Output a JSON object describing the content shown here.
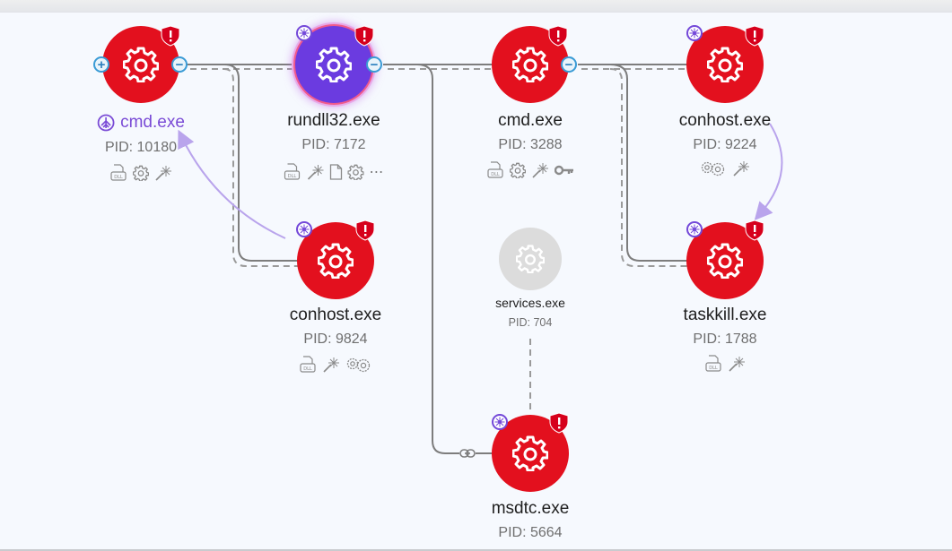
{
  "colors": {
    "background": "#f6f9fe",
    "node_alert": "#e3101e",
    "node_selected": "#6b3be0",
    "node_inactive": "#dcdcdc",
    "edge": "#7d7d7d",
    "arrow": "#b9a4ec",
    "toggle": "#3a9bd5",
    "malware_badge": "#7348d9"
  },
  "nodes": [
    {
      "id": "cmd-10180",
      "name": "cmd.exe",
      "pid_label": "PID: 10180",
      "state": "alert",
      "active_root": true,
      "badges": [
        "shield-alert"
      ],
      "toggles": [
        "expand",
        "collapse"
      ],
      "icons": [
        "dll-icon",
        "gear-icon",
        "wand-icon"
      ]
    },
    {
      "id": "rundll32-7172",
      "name": "rundll32.exe",
      "pid_label": "PID: 7172",
      "state": "selected",
      "badges": [
        "malware",
        "shield-alert"
      ],
      "toggles": [
        "collapse"
      ],
      "icons": [
        "dll-icon",
        "wand-icon",
        "file-icon",
        "gear-icon",
        "more-icon"
      ]
    },
    {
      "id": "cmd-3288",
      "name": "cmd.exe",
      "pid_label": "PID: 3288",
      "state": "alert",
      "badges": [
        "shield-alert"
      ],
      "toggles": [
        "collapse"
      ],
      "icons": [
        "dll-icon",
        "gear-icon",
        "wand-icon",
        "key-icon"
      ]
    },
    {
      "id": "conhost-9224",
      "name": "conhost.exe",
      "pid_label": "PID: 9224",
      "state": "alert",
      "badges": [
        "malware",
        "shield-alert"
      ],
      "toggles": [],
      "icons": [
        "gears-icon",
        "wand-icon"
      ]
    },
    {
      "id": "conhost-9824",
      "name": "conhost.exe",
      "pid_label": "PID: 9824",
      "state": "alert",
      "badges": [
        "malware",
        "shield-alert"
      ],
      "toggles": [],
      "icons": [
        "dll-icon",
        "wand-icon",
        "gears-icon"
      ]
    },
    {
      "id": "services-704",
      "name": "services.exe",
      "pid_label": "PID: 704",
      "state": "inactive",
      "badges": [],
      "toggles": [],
      "icons": []
    },
    {
      "id": "taskkill-1788",
      "name": "taskkill.exe",
      "pid_label": "PID: 1788",
      "state": "alert",
      "badges": [
        "malware",
        "shield-alert"
      ],
      "toggles": [],
      "icons": [
        "dll-icon",
        "wand-icon"
      ]
    },
    {
      "id": "msdtc-5664",
      "name": "msdtc.exe",
      "pid_label": "PID: 5664",
      "state": "alert",
      "badges": [
        "malware",
        "shield-alert"
      ],
      "toggles": [],
      "icons": []
    }
  ],
  "edges": [
    {
      "from": "cmd-10180",
      "to": "rundll32-7172",
      "type": "parent-child"
    },
    {
      "from": "cmd-10180",
      "to": "conhost-9824",
      "type": "parent-child"
    },
    {
      "from": "rundll32-7172",
      "to": "cmd-3288",
      "type": "parent-child"
    },
    {
      "from": "rundll32-7172",
      "to": "msdtc-5664",
      "type": "injection-link"
    },
    {
      "from": "cmd-3288",
      "to": "conhost-9224",
      "type": "parent-child"
    },
    {
      "from": "cmd-3288",
      "to": "taskkill-1788",
      "type": "parent-child"
    },
    {
      "from": "services-704",
      "to": "msdtc-5664",
      "type": "dashed"
    },
    {
      "from": "conhost-9824",
      "to": "cmd-10180",
      "type": "arrow"
    },
    {
      "from": "conhost-9224",
      "to": "taskkill-1788",
      "type": "arrow"
    }
  ]
}
